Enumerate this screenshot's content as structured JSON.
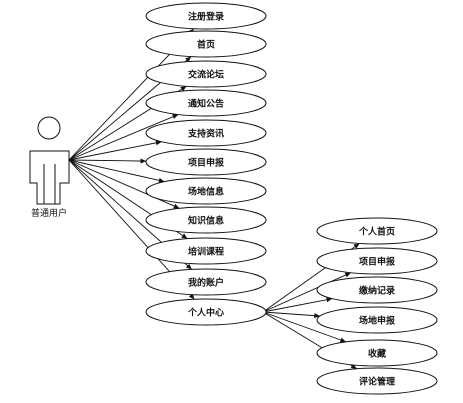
{
  "actor": {
    "label": "普通用户",
    "icon": "stick-figure-actor-icon"
  },
  "use_cases": [
    {
      "id": "register-login",
      "label": "注册登录"
    },
    {
      "id": "home",
      "label": "首页"
    },
    {
      "id": "forum",
      "label": "交流论坛"
    },
    {
      "id": "notice",
      "label": "通知公告"
    },
    {
      "id": "support-info",
      "label": "支持资讯"
    },
    {
      "id": "project-apply",
      "label": "项目申报"
    },
    {
      "id": "venue-info",
      "label": "场地信息"
    },
    {
      "id": "knowledge-info",
      "label": "知识信息"
    },
    {
      "id": "training-course",
      "label": "培训课程"
    },
    {
      "id": "my-account",
      "label": "我的账户"
    },
    {
      "id": "personal-center",
      "label": "个人中心"
    }
  ],
  "sub_use_cases": [
    {
      "id": "personal-home",
      "label": "个人首页"
    },
    {
      "id": "sub-project-apply",
      "label": "项目申报"
    },
    {
      "id": "pay-records",
      "label": "缴纳记录"
    },
    {
      "id": "venue-apply",
      "label": "场地申报"
    },
    {
      "id": "favorites",
      "label": "收藏"
    },
    {
      "id": "comment-manage",
      "label": "评论管理"
    }
  ],
  "colors": {
    "stroke": "#111111",
    "background": "#ffffff"
  }
}
